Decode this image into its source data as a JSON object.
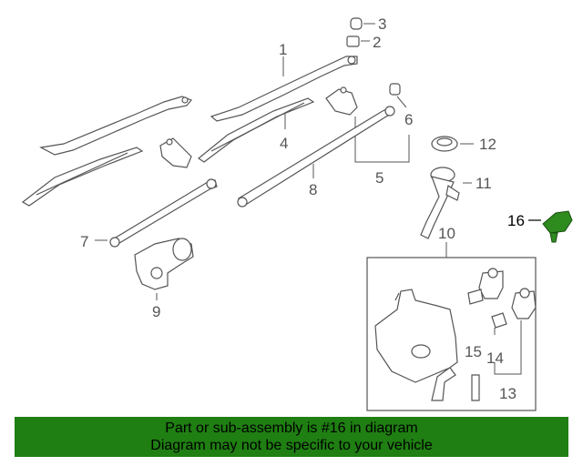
{
  "callouts": {
    "c1": "1",
    "c2": "2",
    "c3": "3",
    "c4": "4",
    "c5": "5",
    "c6": "6",
    "c7": "7",
    "c8": "8",
    "c9": "9",
    "c10": "10",
    "c11": "11",
    "c12": "12",
    "c13": "13",
    "c14": "14",
    "c15": "15",
    "c16": "16"
  },
  "highlight_color": "#2e8b1e",
  "banner": {
    "line1": "Part or sub-assembly is #16 in diagram",
    "line2": "Diagram may not be specific to your vehicle",
    "background": "#1f7f12"
  }
}
